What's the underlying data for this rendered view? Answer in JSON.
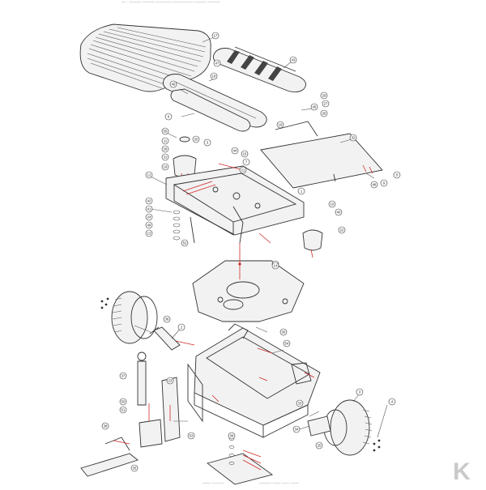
{
  "header": {
    "strip_text": "—   ·  ——— ———   ———— ————— ———        ———"
  },
  "footer": {
    "strip_text_left": "——  ———",
    "strip_text_right": "——— —— ——   ——"
  },
  "logo": {
    "letter": "K",
    "color": "#c9c9c9"
  },
  "colors": {
    "line": "#333333",
    "accent_red": "#d02a2a",
    "panel_fill": "#f2f2f2"
  },
  "callouts": {
    "c01": "17",
    "c02": "43",
    "c03": "47",
    "c04": "18",
    "c05": "46",
    "c06": "29",
    "c07": "27",
    "c08": "26",
    "c09": "45",
    "c10": "6",
    "c11": "16",
    "c12": "32",
    "c13": "55",
    "c14": "11",
    "c15": "28",
    "c16": "31",
    "c17": "19",
    "c18": "20",
    "c19": "3",
    "c20": "44",
    "c21": "15",
    "c22": "7",
    "c23": "21",
    "c24": "12",
    "c25": "48",
    "c26": "9",
    "c27": "5",
    "c28": "42",
    "c29": "41",
    "c30": "24",
    "c31": "49",
    "c32": "13",
    "c33": "1",
    "c34": "10",
    "c35": "40",
    "c36": "22",
    "c37": "52",
    "c38": "8",
    "c39": "36",
    "c40": "2",
    "c41": "30",
    "c42": "54",
    "c43": "4",
    "c44": "14",
    "c45": "23",
    "c46": "37",
    "c47": "3",
    "c48": "50",
    "c49": "51",
    "c50": "38",
    "c51": "39",
    "c52": "53",
    "c53": "33",
    "c54": "34",
    "c55": "25",
    "c56": "35"
  }
}
